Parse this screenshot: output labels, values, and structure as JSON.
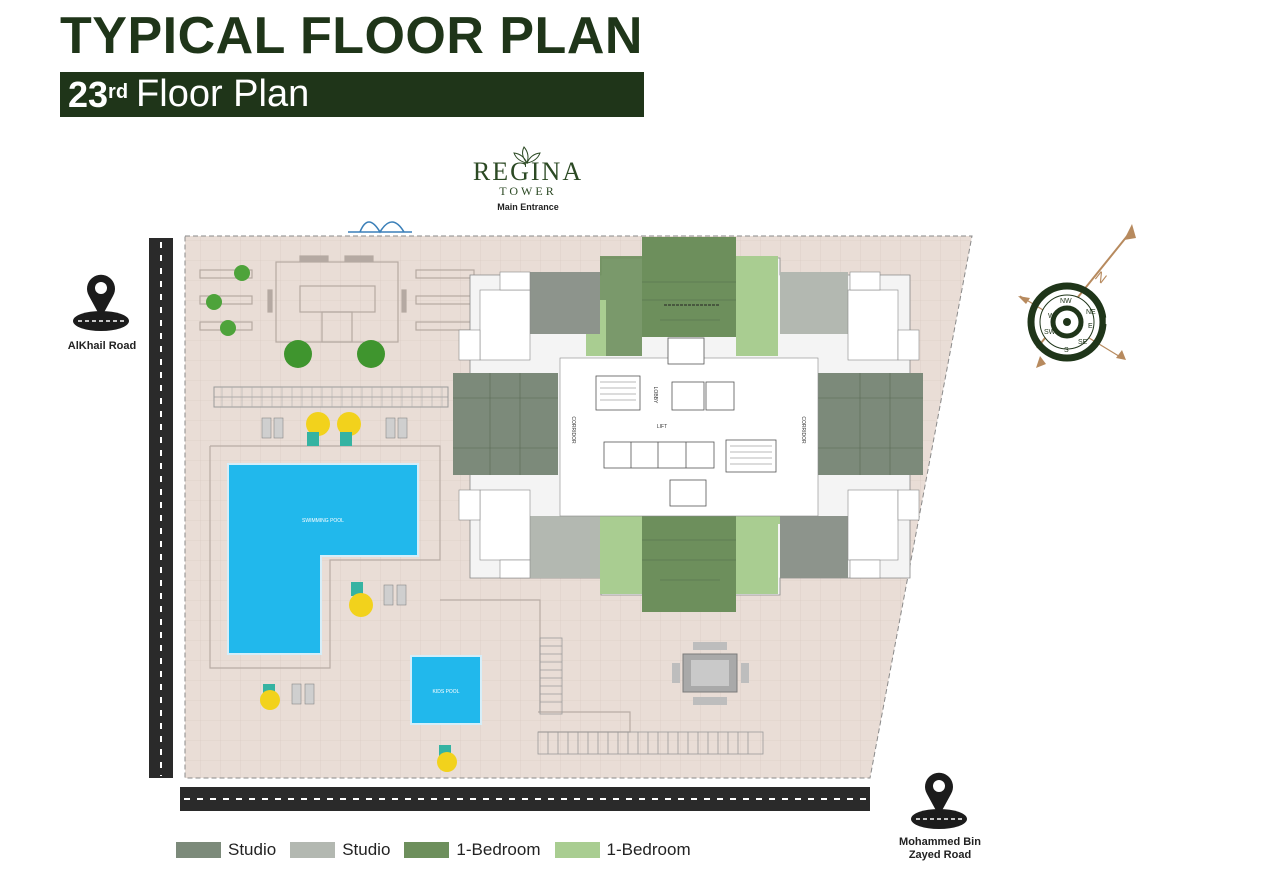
{
  "header": {
    "title": "TYPICAL FLOOR PLAN",
    "floor_number": "23",
    "floor_suffix": "rd",
    "floor_label": "Floor Plan"
  },
  "brand": {
    "name": "REGINA",
    "sub": "TOWER",
    "entrance": "Main Entrance"
  },
  "roads": {
    "left": "AlKhail Road",
    "right_line1": "Mohammed Bin",
    "right_line2": "Zayed Road"
  },
  "amenities": {
    "pool": "SWIMMING POOL",
    "kids_pool": "KIDS POOL",
    "corridor": "CORRIDOR",
    "lift": "LIFT",
    "lobby": "LOBBY"
  },
  "compass": {
    "n": "N",
    "ne": "NE",
    "e": "E",
    "se": "SE",
    "s": "S",
    "sw": "SW",
    "w": "W",
    "nw": "NW"
  },
  "legend": [
    {
      "label": "Studio",
      "color": "#7c8a7a"
    },
    {
      "label": "Studio",
      "color": "#b3b8b1"
    },
    {
      "label": "1-Bedroom",
      "color": "#6d8f5c"
    },
    {
      "label": "1-Bedroom",
      "color": "#a9cd91"
    }
  ],
  "colors": {
    "brand_green": "#1f3519",
    "ground": "#e9ddd6",
    "pool": "#21b8ec",
    "road": "#2a2a2a"
  }
}
